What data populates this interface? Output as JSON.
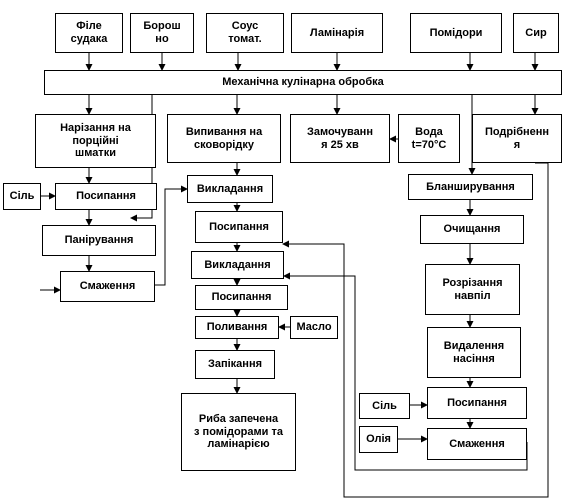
{
  "nodes": {
    "fillet": "Філе\nсудака",
    "flour": "Борош\nно",
    "sauce": "Соус\nтомат.",
    "laminaria": "Ламінарія",
    "tomatoes": "Помідори",
    "cheese": "Сир",
    "mech": "Механічна кулінарна обробка",
    "cutting": "Нарізання на\nпорційні\nшматки",
    "salt1": "Сіль",
    "salting1": "Посипання",
    "breading": "Панірування",
    "frying1": "Смаження",
    "pour_pan": "Випивання на\nсковорідку",
    "soak": "Замочуванн\nя 25 хв",
    "water": "Вода\nt=70°C",
    "grating": "Подрібненн\nя",
    "blanch": "Бланширування",
    "layout1": "Викладання",
    "sprinkle1": "Посипання",
    "layout2": "Викладання",
    "sprinkle2": "Посипання",
    "pouring": "Поливання",
    "oil_butter": "Масло",
    "baking": "Запікання",
    "result": "Риба запечена\nз помідорами та\nламінарією",
    "peeling": "Очищання",
    "halving": "Розрізання\nнавпіл",
    "seeds": "Видалення\nнасіння",
    "salt2": "Сіль",
    "salting2": "Посипання",
    "oil2": "Олія",
    "frying2": "Смаження"
  }
}
